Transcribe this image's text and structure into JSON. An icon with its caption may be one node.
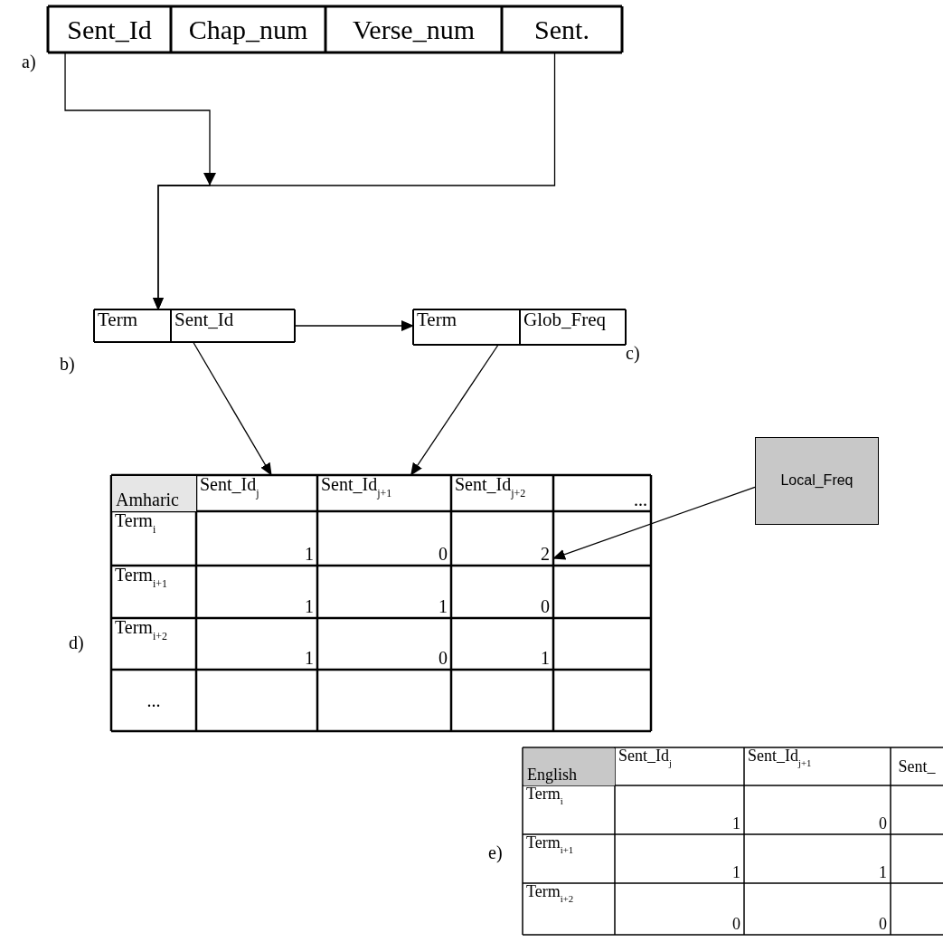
{
  "diagram": {
    "nodes": [
      {
        "text": [
          "Sent_Id"
        ]
      },
      {
        "text": [
          "Chap_num"
        ]
      },
      {
        "text": [
          "Verse_num"
        ]
      },
      {
        "text": [
          "Sent."
        ]
      },
      {
        "text": [
          "Term"
        ]
      },
      {
        "text": [
          "Sent_Id"
        ]
      },
      {
        "text": [
          "Term"
        ]
      },
      {
        "text": [
          "Glob_Freq"
        ]
      },
      {
        "text": [
          "Sent_Id$_{j}$"
        ]
      },
      {
        "text": [
          "Sent_Id$_{j+1}$"
        ]
      },
      {
        "text": [
          "2"
        ]
      },
      {
        "text": [
          "Local_Freq"
        ]
      }
    ],
    "edges": [
      {
        "from": 0,
        "to": 4,
        "arrow": "to"
      },
      {
        "from": 3,
        "to": 4,
        "arrow": "to"
      },
      {
        "from": 5,
        "to": 6,
        "arrow": "to"
      },
      {
        "from": 5,
        "to": 8,
        "arrow": "to"
      },
      {
        "from": 6,
        "to": 9,
        "arrow": "to"
      },
      {
        "from": 11,
        "to": 10,
        "arrow": "to"
      }
    ],
    "labels": [
      "a)",
      "b)",
      "c)",
      "Amharic",
      "Sent_Id$_{j+2}$",
      "...",
      "Term$_{i}$",
      "1",
      "0",
      "Term$_{i+1}$",
      "1",
      "1",
      "0",
      "Term$_{i+2}$",
      "1",
      "0",
      "1",
      "...",
      "d)",
      "e)",
      "English",
      "Sent_Id$_{j}$",
      "Sent_Id$_{j+1}$",
      "Sent_",
      "Term$_{i}$",
      "1",
      "0",
      "Term$_{i+1}$",
      "1",
      "1",
      "Term$_{i+2}$",
      "0",
      "0"
    ]
  }
}
